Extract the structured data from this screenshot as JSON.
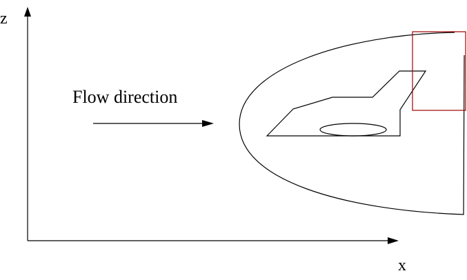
{
  "axes": {
    "z_label": "z",
    "x_label": "x"
  },
  "annotation": {
    "flow_label": "Flow direction"
  },
  "colors": {
    "line": "#000000",
    "highlight_box": "#a00000"
  }
}
